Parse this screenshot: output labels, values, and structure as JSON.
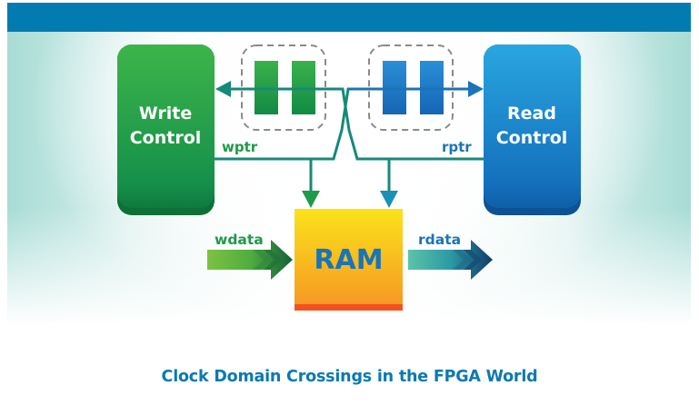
{
  "diagram": {
    "blocks": {
      "write_control": {
        "line1": "Write",
        "line2": "Control",
        "color": "#1f9a48"
      },
      "read_control": {
        "line1": "Read",
        "line2": "Control",
        "color": "#1a7cc8"
      },
      "ram": {
        "label": "RAM",
        "color": "#f7b21e",
        "text_color": "#1a74b8"
      }
    },
    "signals": {
      "wptr": "wptr",
      "rptr": "rptr",
      "wdata": "wdata",
      "rdata": "rdata"
    },
    "synchronizers": [
      {
        "name": "write-side-synchronizer",
        "flops": 2,
        "color": "#1f9a48"
      },
      {
        "name": "read-side-synchronizer",
        "flops": 2,
        "color": "#1a7cc8"
      }
    ],
    "colors": {
      "banner": "#027cb0",
      "wire": "#168a78",
      "wptr_label": "#1f9a48",
      "rptr_label": "#1a74b8"
    }
  },
  "caption": "Clock Domain Crossings in the FPGA World"
}
